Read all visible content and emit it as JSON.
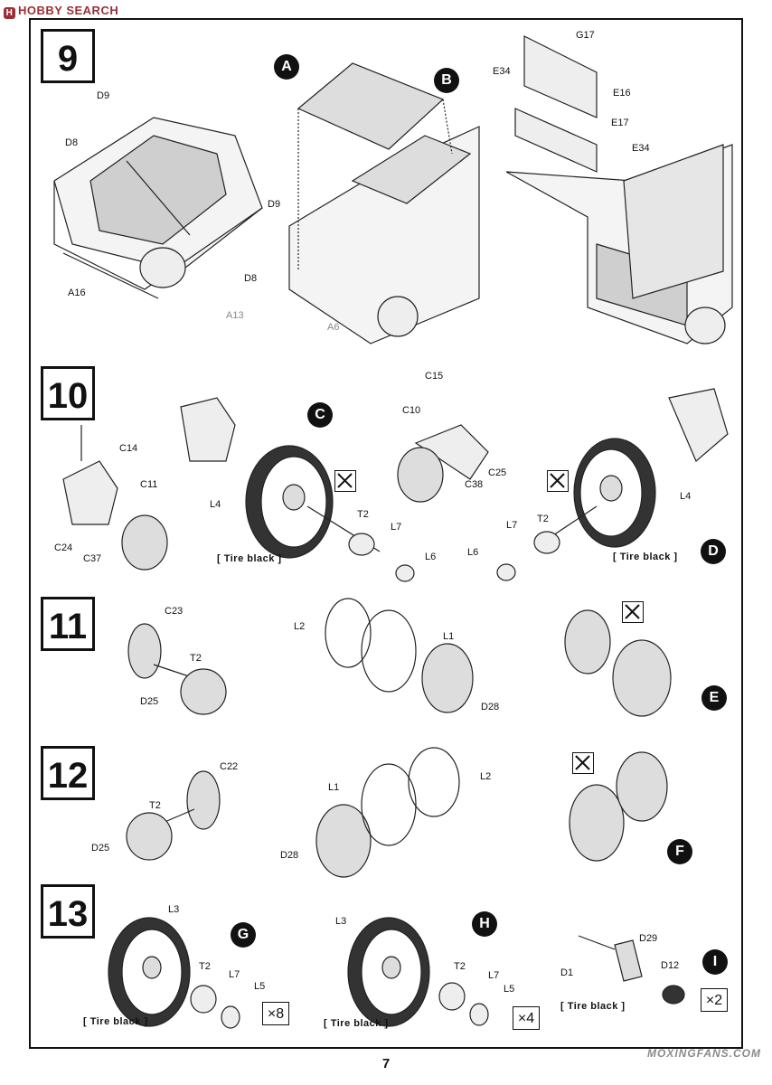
{
  "watermark_top": "HOBBY SEARCH",
  "watermark_bottom": "MOXINGFANS.COM",
  "page_number": "7",
  "steps": {
    "s9": "9",
    "s10": "10",
    "s11": "11",
    "s12": "12",
    "s13": "13"
  },
  "badges": {
    "A": "A",
    "B": "B",
    "C": "C",
    "D": "D",
    "E": "E",
    "F": "F",
    "G": "G",
    "H": "H",
    "I": "I"
  },
  "labels": {
    "d9a": "D9",
    "d8a": "D8",
    "a16": "A16",
    "d9b": "D9",
    "d8b": "D8",
    "a13": "A13",
    "a6": "A6",
    "g17": "G17",
    "e34a": "E34",
    "e16": "E16",
    "e17": "E17",
    "e34b": "E34",
    "c14": "C14",
    "c11": "C11",
    "c24": "C24",
    "c37": "C37",
    "l4a": "L4",
    "t2a": "T2",
    "l7a": "L7",
    "l6a": "L6",
    "c15": "C15",
    "c10": "C10",
    "c25": "C25",
    "c38": "C38",
    "l4b": "L4",
    "l7b": "L7",
    "t2b": "T2",
    "l6b": "L6",
    "c23": "C23",
    "t2c": "T2",
    "d25a": "D25",
    "l2a": "L2",
    "l1a": "L1",
    "d28a": "D28",
    "c22": "C22",
    "t2d": "T2",
    "d25b": "D25",
    "l1b": "L1",
    "l2b": "L2",
    "d28b": "D28",
    "l3a": "L3",
    "t2e": "T2",
    "l7c": "L7",
    "l5a": "L5",
    "l3b": "L3",
    "t2f": "T2",
    "l7d": "L7",
    "l5b": "L5",
    "d29": "D29",
    "d1": "D1",
    "d12": "D12"
  },
  "tire_notes": {
    "t10a": "[ Tire black ]",
    "t10b": "[ Tire black ]",
    "t13a": "[ Tire black ]",
    "t13b": "[ Tire black ]",
    "t13c": "[ Tire black ]"
  },
  "multipliers": {
    "g": "×8",
    "h": "×4",
    "i": "×2"
  },
  "icons": [
    "glue-prohibited-icon"
  ]
}
